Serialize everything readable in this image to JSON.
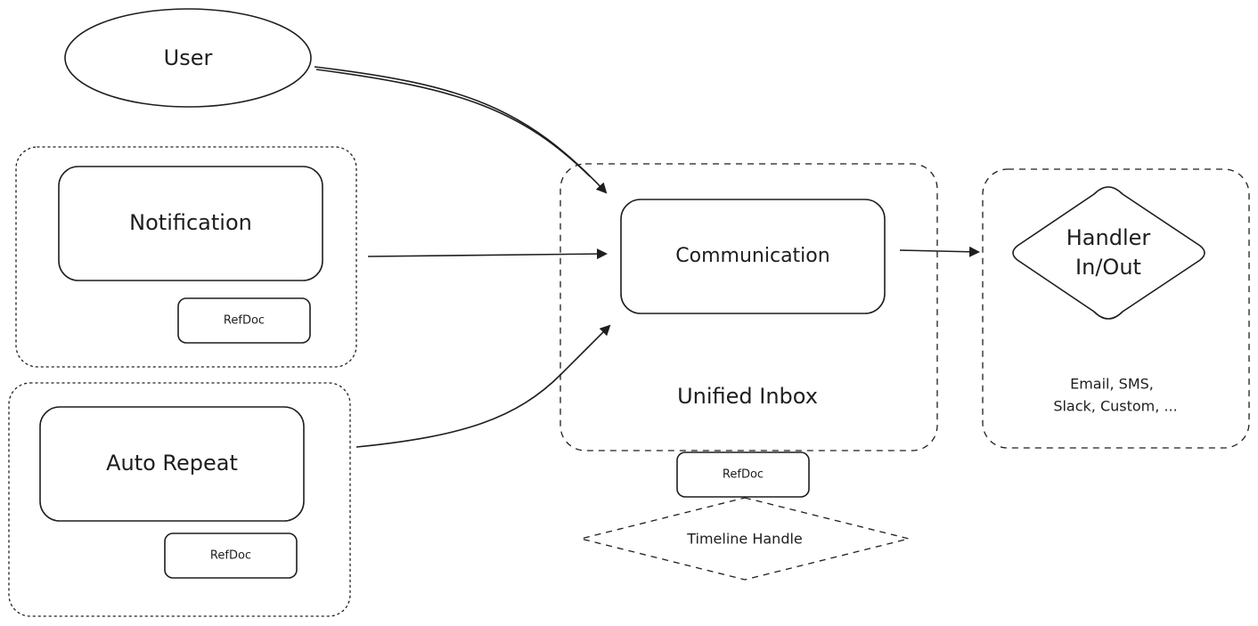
{
  "nodes": {
    "user": "User",
    "notification": "Notification",
    "notification_refdoc": "RefDoc",
    "auto_repeat": "Auto Repeat",
    "auto_repeat_refdoc": "RefDoc",
    "communication": "Communication",
    "unified_inbox": "Unified Inbox",
    "inbox_refdoc": "RefDoc",
    "timeline_handle": "Timeline Handle",
    "handler_line1": "Handler",
    "handler_line2": "In/Out",
    "channels_line1": "Email, SMS,",
    "channels_line2": "Slack, Custom, ..."
  }
}
